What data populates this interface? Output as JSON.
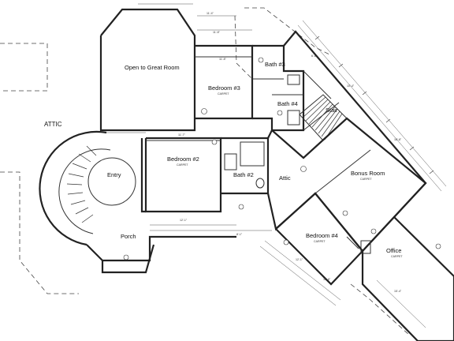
{
  "rooms": {
    "great_room": "Open to Great Room",
    "bedroom3": "Bedroom #3",
    "bath3": "Bath #3",
    "bath4": "Bath #4",
    "stair": "Stair",
    "attic_left": "ATTIC",
    "bedroom2": "Bedroom #2",
    "bath2": "Bath #2",
    "attic_mid": "Attic",
    "bonus_room": "Bonus Room",
    "entry": "Entry",
    "porch": "Porch",
    "bedroom4": "Bedroom #4",
    "office": "Office"
  },
  "sublabels": {
    "carpet": "CARPET"
  }
}
